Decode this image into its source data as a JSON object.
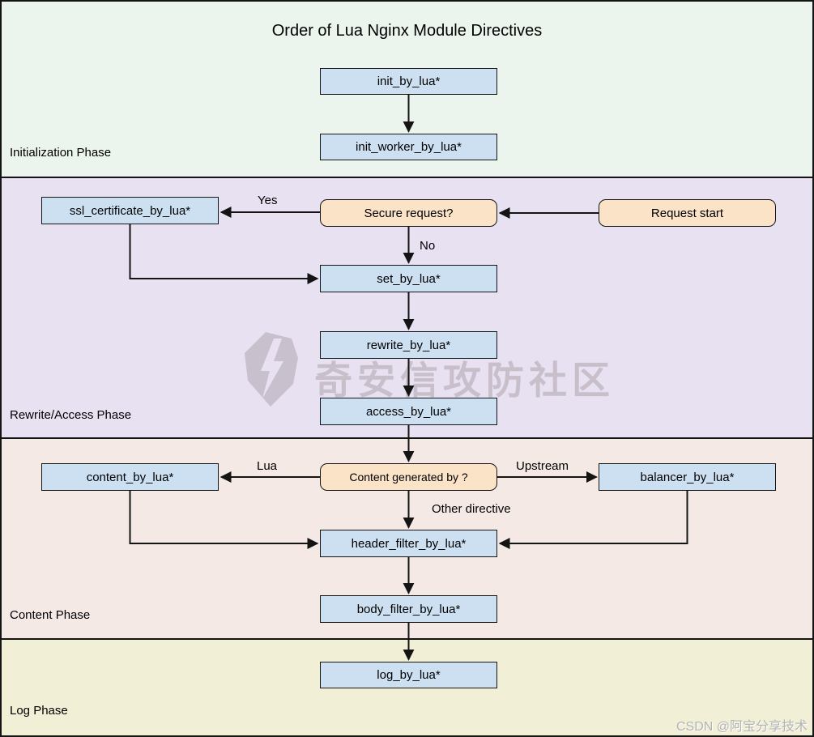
{
  "title": "Order of Lua Nginx Module Directives",
  "phases": [
    {
      "id": "initialization",
      "label": "Initialization Phase",
      "band_color": "#ebf5ed"
    },
    {
      "id": "rewrite_access",
      "label": "Rewrite/Access Phase",
      "band_color": "#e8e1f1"
    },
    {
      "id": "content",
      "label": "Content Phase",
      "band_color": "#f5e9e6"
    },
    {
      "id": "log",
      "label": "Log Phase",
      "band_color": "#f1efd6"
    }
  ],
  "nodes": {
    "init_by_lua": {
      "label": "init_by_lua*",
      "type": "directive"
    },
    "init_worker_by_lua": {
      "label": "init_worker_by_lua*",
      "type": "directive"
    },
    "ssl_certificate_by_lua": {
      "label": "ssl_certificate_by_lua*",
      "type": "directive"
    },
    "secure_request": {
      "label": "Secure request?",
      "type": "decision"
    },
    "request_start": {
      "label": "Request start",
      "type": "terminal"
    },
    "set_by_lua": {
      "label": "set_by_lua*",
      "type": "directive"
    },
    "rewrite_by_lua": {
      "label": "rewrite_by_lua*",
      "type": "directive"
    },
    "access_by_lua": {
      "label": "access_by_lua*",
      "type": "directive"
    },
    "content_by_lua": {
      "label": "content_by_lua*",
      "type": "directive"
    },
    "content_generated_by": {
      "label": "Content generated by ?",
      "type": "decision"
    },
    "balancer_by_lua": {
      "label": "balancer_by_lua*",
      "type": "directive"
    },
    "header_filter_by_lua": {
      "label": "header_filter_by_lua*",
      "type": "directive"
    },
    "body_filter_by_lua": {
      "label": "body_filter_by_lua*",
      "type": "directive"
    },
    "log_by_lua": {
      "label": "log_by_lua*",
      "type": "directive"
    }
  },
  "edge_labels": {
    "yes": "Yes",
    "no": "No",
    "lua": "Lua",
    "upstream": "Upstream",
    "other_directive": "Other directive"
  },
  "edges": [
    {
      "from": "init_by_lua",
      "to": "init_worker_by_lua",
      "label": ""
    },
    {
      "from": "request_start",
      "to": "secure_request",
      "label": ""
    },
    {
      "from": "secure_request",
      "to": "ssl_certificate_by_lua",
      "label": "Yes"
    },
    {
      "from": "secure_request",
      "to": "set_by_lua",
      "label": "No"
    },
    {
      "from": "ssl_certificate_by_lua",
      "to": "set_by_lua",
      "label": ""
    },
    {
      "from": "set_by_lua",
      "to": "rewrite_by_lua",
      "label": ""
    },
    {
      "from": "rewrite_by_lua",
      "to": "access_by_lua",
      "label": ""
    },
    {
      "from": "access_by_lua",
      "to": "content_generated_by",
      "label": ""
    },
    {
      "from": "content_generated_by",
      "to": "content_by_lua",
      "label": "Lua"
    },
    {
      "from": "content_generated_by",
      "to": "balancer_by_lua",
      "label": "Upstream"
    },
    {
      "from": "content_generated_by",
      "to": "header_filter_by_lua",
      "label": "Other directive"
    },
    {
      "from": "content_by_lua",
      "to": "header_filter_by_lua",
      "label": ""
    },
    {
      "from": "balancer_by_lua",
      "to": "header_filter_by_lua",
      "label": ""
    },
    {
      "from": "header_filter_by_lua",
      "to": "body_filter_by_lua",
      "label": ""
    },
    {
      "from": "body_filter_by_lua",
      "to": "log_by_lua",
      "label": ""
    }
  ],
  "watermarks": {
    "center_icon": "lightning-shield-icon",
    "center_text": "奇安信攻防社区",
    "bottom_right_text": "CSDN @阿宝分享技术"
  },
  "colors": {
    "directive_box": "#cde0f2",
    "decision_box": "#fbe3c8",
    "border": "#141414",
    "band_initialization": "#ebf5ed",
    "band_rewrite_access": "#e8e1f1",
    "band_content": "#f5e9e6",
    "band_log": "#f1efd6"
  }
}
